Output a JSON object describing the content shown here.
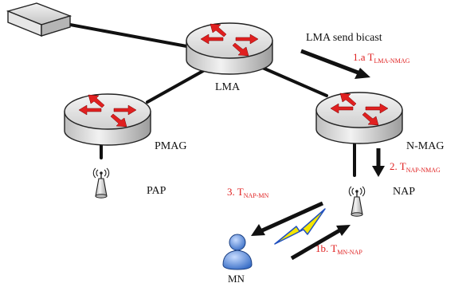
{
  "nodes": {
    "lma": {
      "label": "LMA"
    },
    "pmag": {
      "label": "PMAG"
    },
    "nmag": {
      "label": "N-MAG"
    },
    "pap": {
      "label": "PAP"
    },
    "nap": {
      "label": "NAP"
    },
    "mn": {
      "label": "MN"
    }
  },
  "annotations": {
    "bicast": "LMA send bicast",
    "step_1a": {
      "prefix": "1.a T",
      "sub": "LMA-NMAG"
    },
    "step_2": {
      "prefix": "2. T",
      "sub": "NAP-NMAG"
    },
    "step_3": {
      "prefix": "3. T",
      "sub": "NAP-MN"
    },
    "step_1b": {
      "prefix": "1b. T",
      "sub": "MN-NAP"
    }
  },
  "colors": {
    "accent_text": "#e02020",
    "router_arrows": "#e02020",
    "lightning_fill": "#f5e600",
    "lightning_outline": "#2050c0",
    "link": "#111111",
    "router_body": "#d8d8d8"
  },
  "icons": [
    "server-icon",
    "router-icon",
    "access-point-icon",
    "mobile-node-icon",
    "wireless-lightning-icon"
  ]
}
